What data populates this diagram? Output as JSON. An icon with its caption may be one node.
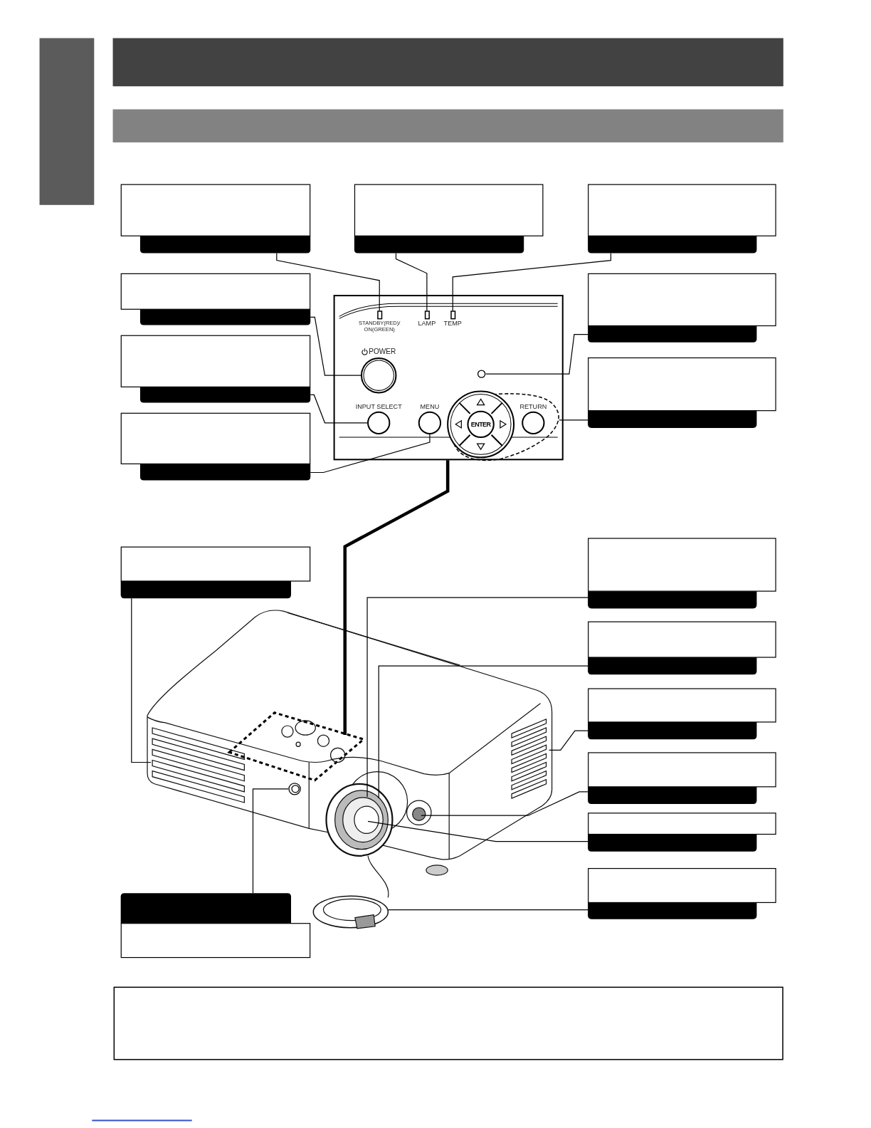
{
  "diagram": {
    "nodes": [
      {
        "text": [],
        "shape": "box"
      },
      {
        "text": [],
        "shape": "box"
      },
      {
        "text": [],
        "shape": "box"
      },
      {
        "text": [],
        "shape": "box"
      },
      {
        "text": [],
        "shape": "box"
      },
      {
        "text": [],
        "shape": "box"
      },
      {
        "text": [],
        "shape": "box"
      },
      {
        "text": [],
        "shape": "box"
      },
      {
        "text": [],
        "shape": "box"
      },
      {
        "text": [],
        "shape": "box",
        "beside": [
          "STANDBY(RED)/ ON(GREEN)"
        ],
        "in": 8
      },
      {
        "text": [],
        "shape": "box",
        "beside": [
          "LAMP"
        ],
        "in": 8
      },
      {
        "text": [],
        "shape": "box",
        "beside": [
          "TEMP"
        ],
        "in": 8
      },
      {
        "text": [],
        "shape": "circle",
        "beside": [
          "POWER"
        ],
        "in": 8
      },
      {
        "text": [],
        "shape": "circle",
        "beside": [
          "INPUT SELECT"
        ],
        "in": 8
      },
      {
        "text": [],
        "shape": "circle",
        "beside": [
          "MENU"
        ],
        "in": 8
      },
      {
        "text": [],
        "shape": "circle",
        "in": 8
      },
      {
        "text": [],
        "shape": "box",
        "in": 8
      },
      {
        "text": [
          "ENTER"
        ],
        "in": 16
      },
      {
        "text": [],
        "shape": "circle",
        "beside": [
          "RETURN"
        ],
        "in": 16
      },
      {
        "text": [],
        "shape": "box"
      },
      {
        "text": [],
        "shape": "box"
      },
      {
        "text": [],
        "shape": "box"
      },
      {
        "text": [],
        "shape": "box"
      },
      {
        "text": [],
        "shape": "box"
      },
      {
        "text": [],
        "shape": "box"
      },
      {
        "text": [],
        "shape": "box"
      },
      {
        "text": [],
        "shape": "box"
      },
      {
        "text": [],
        "shape": "box"
      },
      {
        "text": [],
        "shape": "bar"
      },
      {
        "text": [],
        "shape": "bar"
      },
      {
        "text": [],
        "shape": "bar"
      },
      {
        "text": [],
        "shape": "box"
      },
      {
        "text": [],
        "shape": "circle"
      }
    ],
    "edges": [
      {
        "from": 0,
        "to": 9,
        "arrow": "none"
      },
      {
        "from": 1,
        "to": 10,
        "arrow": "none"
      },
      {
        "from": 2,
        "to": 11,
        "arrow": "none"
      },
      {
        "from": 3,
        "to": 12,
        "arrow": "none"
      },
      {
        "from": 4,
        "to": 13,
        "arrow": "none"
      },
      {
        "from": 5,
        "to": 14,
        "arrow": "none"
      },
      {
        "from": 6,
        "to": 15,
        "arrow": "none"
      },
      {
        "from": 7,
        "to": 16,
        "arrow": "none"
      },
      {
        "from": 8,
        "to": 27,
        "arrow": "none",
        "style": "thick"
      },
      {
        "from": 19,
        "to": null,
        "arrow": "none"
      },
      {
        "from": 20,
        "to": null,
        "arrow": "none"
      },
      {
        "from": 21,
        "to": null,
        "arrow": "none"
      },
      {
        "from": 22,
        "to": null,
        "arrow": "none"
      },
      {
        "from": 23,
        "to": null,
        "arrow": "none"
      },
      {
        "from": 24,
        "to": null,
        "arrow": "none"
      },
      {
        "from": 25,
        "to": null,
        "arrow": "none"
      },
      {
        "from": 26,
        "to": 32,
        "arrow": "none"
      }
    ]
  }
}
